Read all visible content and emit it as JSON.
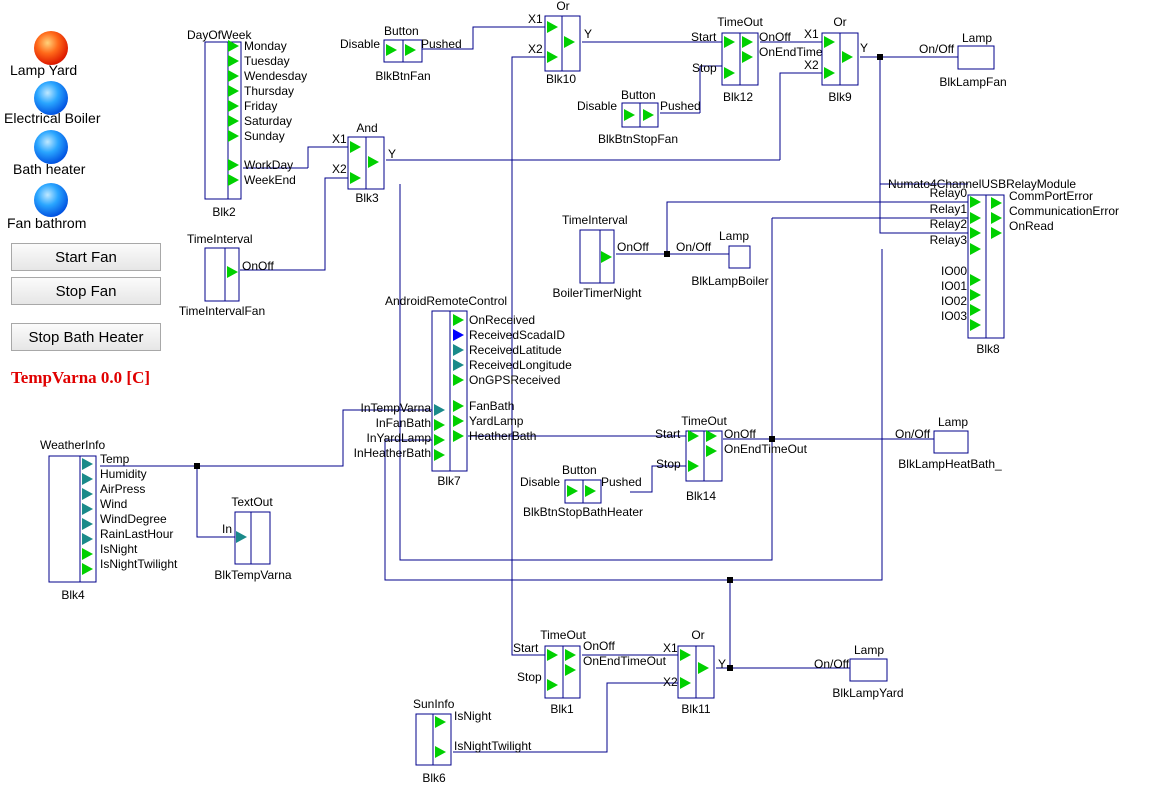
{
  "panel": {
    "indicators": [
      {
        "label": "Lamp Yard",
        "color": "#ff3a10"
      },
      {
        "label": "Electrical Boiler",
        "color": "#1a7dff"
      },
      {
        "label": "Bath heater",
        "color": "#1a7dff"
      },
      {
        "label": "Fan bathrom",
        "color": "#1a7dff"
      }
    ],
    "buttons": [
      "Start Fan",
      "Stop Fan",
      "Stop Bath Heater"
    ],
    "temperature_text": "TempVarna 0.0 [C]"
  },
  "blocks": {
    "blk2": {
      "type": "DayOfWeek",
      "name": "Blk2",
      "outputs": [
        "Monday",
        "Tuesday",
        "Wendesday",
        "Thursday",
        "Friday",
        "Saturday",
        "Sunday",
        "WorkDay",
        "WeekEnd"
      ]
    },
    "blkbtnfan": {
      "type": "Button",
      "name": "BlkBtnFan",
      "input": "Disable",
      "output": "Pushed"
    },
    "blk10": {
      "type": "Or",
      "name": "Blk10",
      "inputs": [
        "X1",
        "X2"
      ],
      "output": "Y"
    },
    "blk12": {
      "type": "TimeOut",
      "name": "Blk12",
      "inputs": [
        "Start",
        "Stop"
      ],
      "outputs": [
        "OnOff",
        "OnEndTimeOut"
      ]
    },
    "blk9": {
      "type": "Or",
      "name": "Blk9",
      "inputs": [
        "X1",
        "X2"
      ],
      "output": "Y"
    },
    "blklampfan": {
      "type": "Lamp",
      "name": "BlkLampFan",
      "input": "On/Off"
    },
    "blkbtnstopfan": {
      "type": "Button",
      "name": "BlkBtnStopFan",
      "input": "Disable",
      "output": "Pushed"
    },
    "blk3": {
      "type": "And",
      "name": "Blk3",
      "inputs": [
        "X1",
        "X2"
      ],
      "output": "Y"
    },
    "timeintervalfan": {
      "type": "TimeInterval",
      "name": "TimeIntervalFan",
      "output": "OnOff"
    },
    "blk8": {
      "type": "Numato4ChannelUSBRelayModule",
      "name": "Blk8",
      "inputs": [
        "Relay0",
        "Relay1",
        "Relay2",
        "Relay3",
        "IO00",
        "IO01",
        "IO02",
        "IO03"
      ],
      "outputs": [
        "CommPortError",
        "CommunicationError",
        "OnRead"
      ]
    },
    "boilertimernight": {
      "type": "TimeInterval",
      "name": "BoilerTimerNight",
      "output": "OnOff"
    },
    "blklampboiler": {
      "type": "Lamp",
      "name": "BlkLampBoiler",
      "input": "On/Off"
    },
    "blk7": {
      "type": "AndroidRemoteControl",
      "name": "Blk7",
      "inputs": [
        "InTempVarna",
        "InFanBath",
        "InYardLamp",
        "InHeatherBath"
      ],
      "outputs": [
        "OnReceived",
        "ReceivedScadaID",
        "ReceivedLatitude",
        "ReceivedLongitude",
        "OnGPSReceived",
        "FanBath",
        "YardLamp",
        "HeatherBath"
      ]
    },
    "blk14": {
      "type": "TimeOut",
      "name": "Blk14",
      "inputs": [
        "Start",
        "Stop"
      ],
      "outputs": [
        "OnOff",
        "OnEndTimeOut"
      ]
    },
    "blklampheatbath": {
      "type": "Lamp",
      "name": "BlkLampHeatBath_",
      "input": "On/Off"
    },
    "blkbtnstopbathheater": {
      "type": "Button",
      "name": "BlkBtnStopBathHeater",
      "input": "Disable",
      "output": "Pushed"
    },
    "blk4": {
      "type": "WeatherInfo",
      "name": "Blk4",
      "outputs": [
        "Temp",
        "Humidity",
        "AirPress",
        "Wind",
        "WindDegree",
        "RainLastHour",
        "IsNight",
        "IsNightTwilight"
      ]
    },
    "blktempvarna": {
      "type": "TextOut",
      "name": "BlkTempVarna",
      "input": "In"
    },
    "blk1": {
      "type": "TimeOut",
      "name": "Blk1",
      "inputs": [
        "Start",
        "Stop"
      ],
      "outputs": [
        "OnOff",
        "OnEndTimeOut"
      ]
    },
    "blk11": {
      "type": "Or",
      "name": "Blk11",
      "inputs": [
        "X1",
        "X2"
      ],
      "output": "Y"
    },
    "blklampyard": {
      "type": "Lamp",
      "name": "BlkLampYard",
      "input": "On/Off"
    },
    "blk6": {
      "type": "SunInfo",
      "name": "Blk6",
      "outputs": [
        "IsNight",
        "IsNightTwilight"
      ]
    }
  },
  "colors": {
    "wire": "#00008b",
    "block_border": "#00008b",
    "port_green": "#00d000",
    "port_teal": "#1a8a8a",
    "port_blue": "#0000ff",
    "junction": "#000000"
  }
}
